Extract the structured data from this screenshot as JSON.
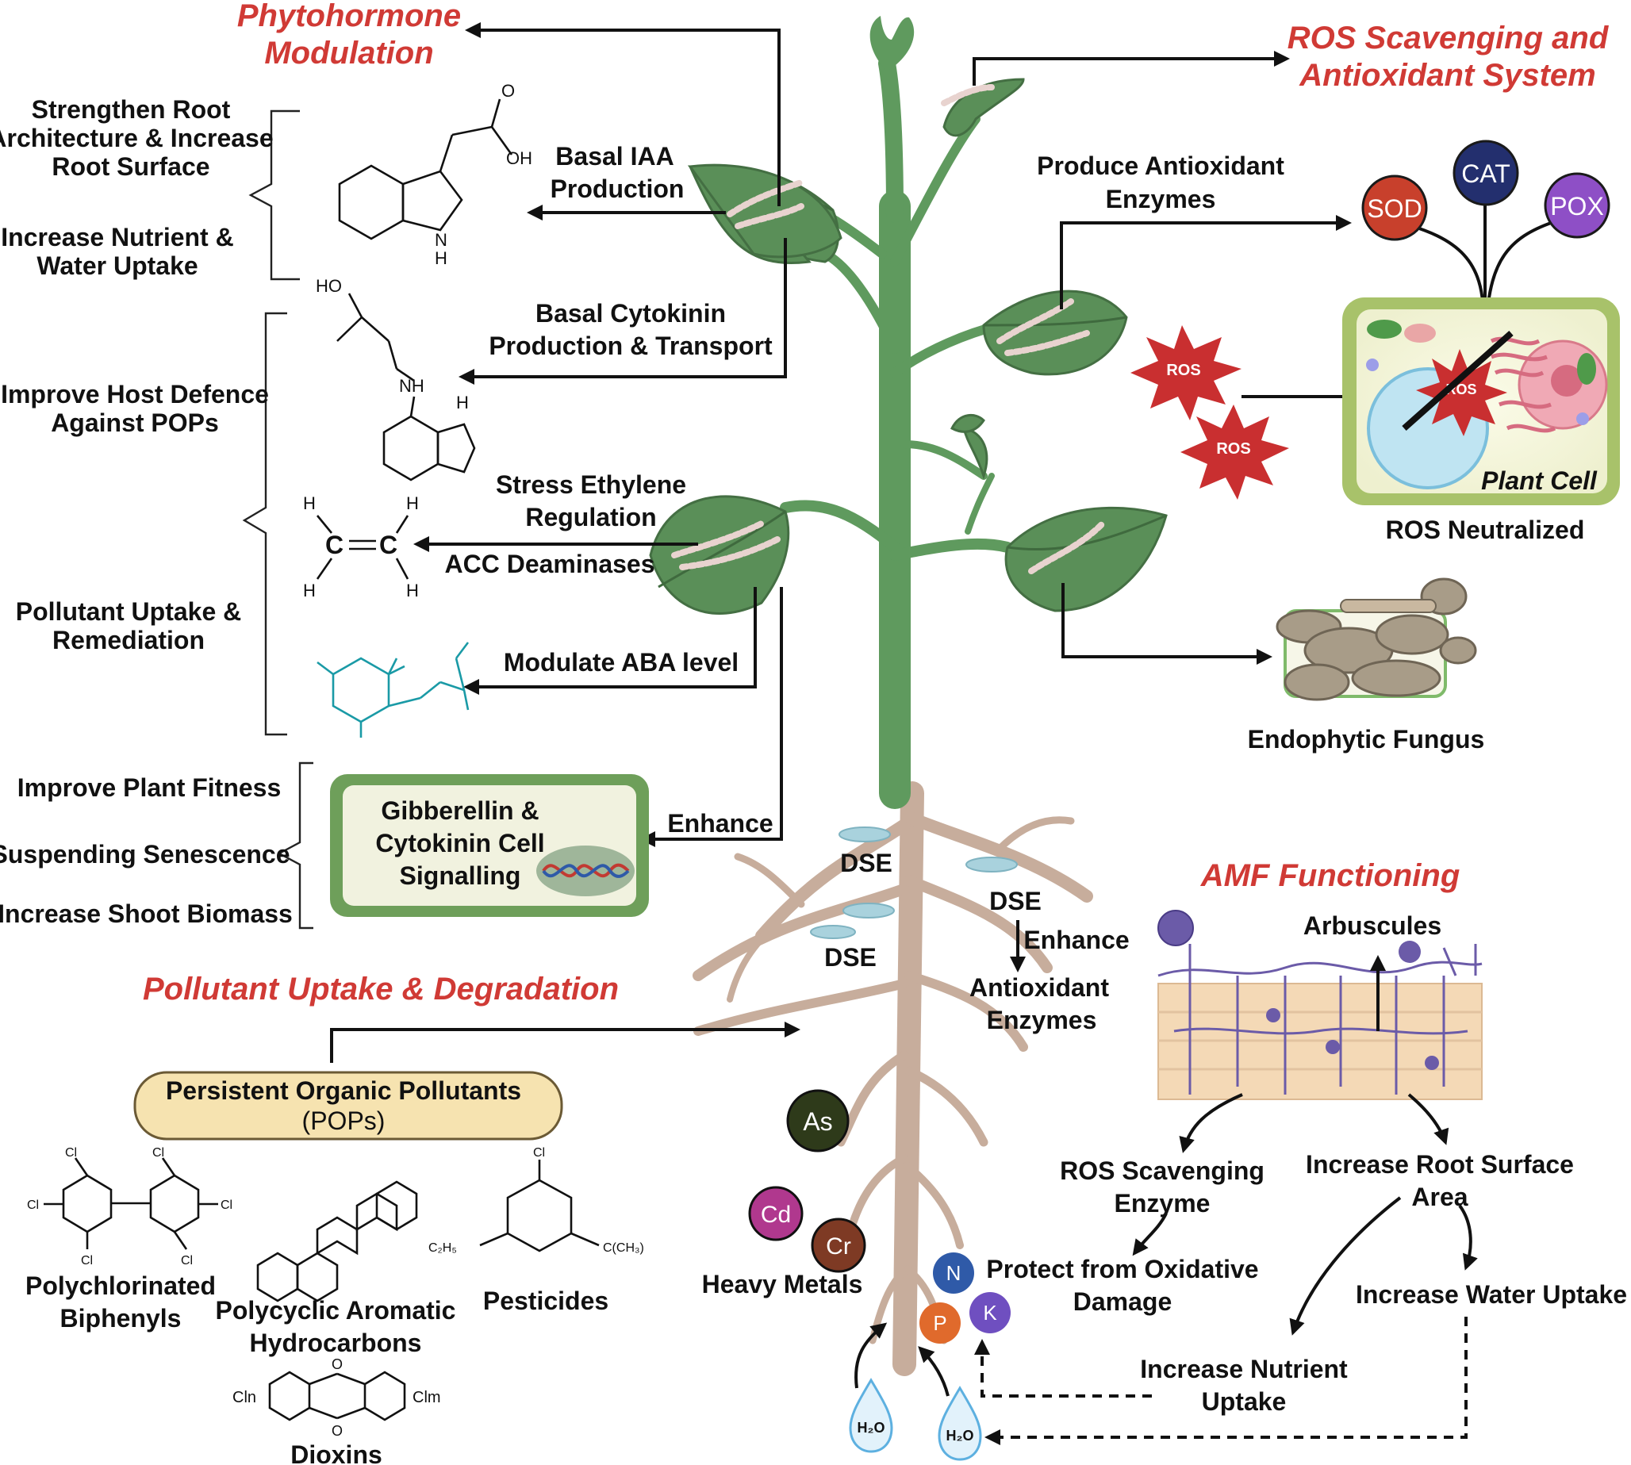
{
  "colors": {
    "title": "#d03a35",
    "stem": "#5f9a5e",
    "leaf": "#5a8f58",
    "root": "#c7ad9c",
    "ros": "#c92f30",
    "sod": "#c8402c",
    "cat": "#232f6e",
    "pox": "#8e4fc6",
    "as": "#2e3a1a",
    "cd": "#b0388e",
    "cr": "#7e3a24",
    "n": "#2f5aa8",
    "p": "#e06a2c",
    "k": "#6f4fc0",
    "water": "#5db0e0"
  },
  "titles": {
    "phytohormone_line1": "Phytohormone",
    "phytohormone_line2": "Modulation",
    "ros_line1": "ROS Scavenging and",
    "ros_line2": "Antioxidant System",
    "pollutant": "Pollutant Uptake & Degradation",
    "amf": "AMF Functioning"
  },
  "left_effects": {
    "root_arch_1": "Strengthen Root",
    "root_arch_2": "Architecture & Increase",
    "root_arch_3": "Root Surface",
    "nutrient_1": "Increase Nutrient &",
    "nutrient_2": "Water Uptake",
    "defence_1": "Improve Host Defence",
    "defence_2": "Against POPs",
    "uptake_1": "Pollutant Uptake &",
    "uptake_2": "Remediation",
    "fitness": "Improve Plant Fitness",
    "senescence": "Suspending Senescence",
    "biomass": "Increase Shoot Biomass"
  },
  "hormones": {
    "iaa_1": "Basal IAA",
    "iaa_2": "Production",
    "cyto_1": "Basal Cytokinin",
    "cyto_2": "Production & Transport",
    "ethylene_1": "Stress Ethylene",
    "ethylene_2": "Regulation",
    "acc": "ACC Deaminases",
    "aba": "Modulate ABA level",
    "enhance": "Enhance",
    "gib_1": "Gibberellin &",
    "gib_2": "Cytokinin Cell",
    "gib_3": "Signalling"
  },
  "chem_labels": {
    "oh": "OH",
    "o": "O",
    "nh": "NH",
    "h": "H",
    "n": "N",
    "ho": "HO",
    "c": "C",
    "cl": "Cl",
    "cln": "Cln",
    "clm": "Clm",
    "c2h5": "C₂H₅",
    "cch3": "C(CH₃)"
  },
  "ros_section": {
    "produce_1": "Produce Antioxidant",
    "produce_2": "Enzymes",
    "sod": "SOD",
    "cat": "CAT",
    "pox": "POX",
    "ros": "ROS",
    "plant_cell": "Plant Cell",
    "neutralized": "ROS Neutralized",
    "fungus": "Endophytic Fungus"
  },
  "roots": {
    "dse": "DSE",
    "enhance": "Enhance",
    "antioxidant_1": "Antioxidant",
    "antioxidant_2": "Enzymes"
  },
  "pollutants": {
    "pops_1": "Persistent Organic Pollutants",
    "pops_2": "(POPs)",
    "pcb_1": "Polychlorinated",
    "pcb_2": "Biphenyls",
    "pah_1": "Polycyclic Aromatic",
    "pah_2": "Hydrocarbons",
    "pesticides": "Pesticides",
    "dioxins": "Dioxins"
  },
  "metals": {
    "as": "As",
    "cd": "Cd",
    "cr": "Cr",
    "label": "Heavy Metals",
    "n": "N",
    "p": "P",
    "k": "K",
    "protect_1": "Protect from Oxidative",
    "protect_2": "Damage",
    "water": "H₂O"
  },
  "amf": {
    "arbuscules": "Arbuscules",
    "ros_1": "ROS Scavenging",
    "ros_2": "Enzyme",
    "root_1": "Increase Root Surface",
    "root_2": "Area",
    "water_uptake": "Increase Water Uptake",
    "nutrient_1": "Increase Nutrient",
    "nutrient_2": "Uptake"
  }
}
